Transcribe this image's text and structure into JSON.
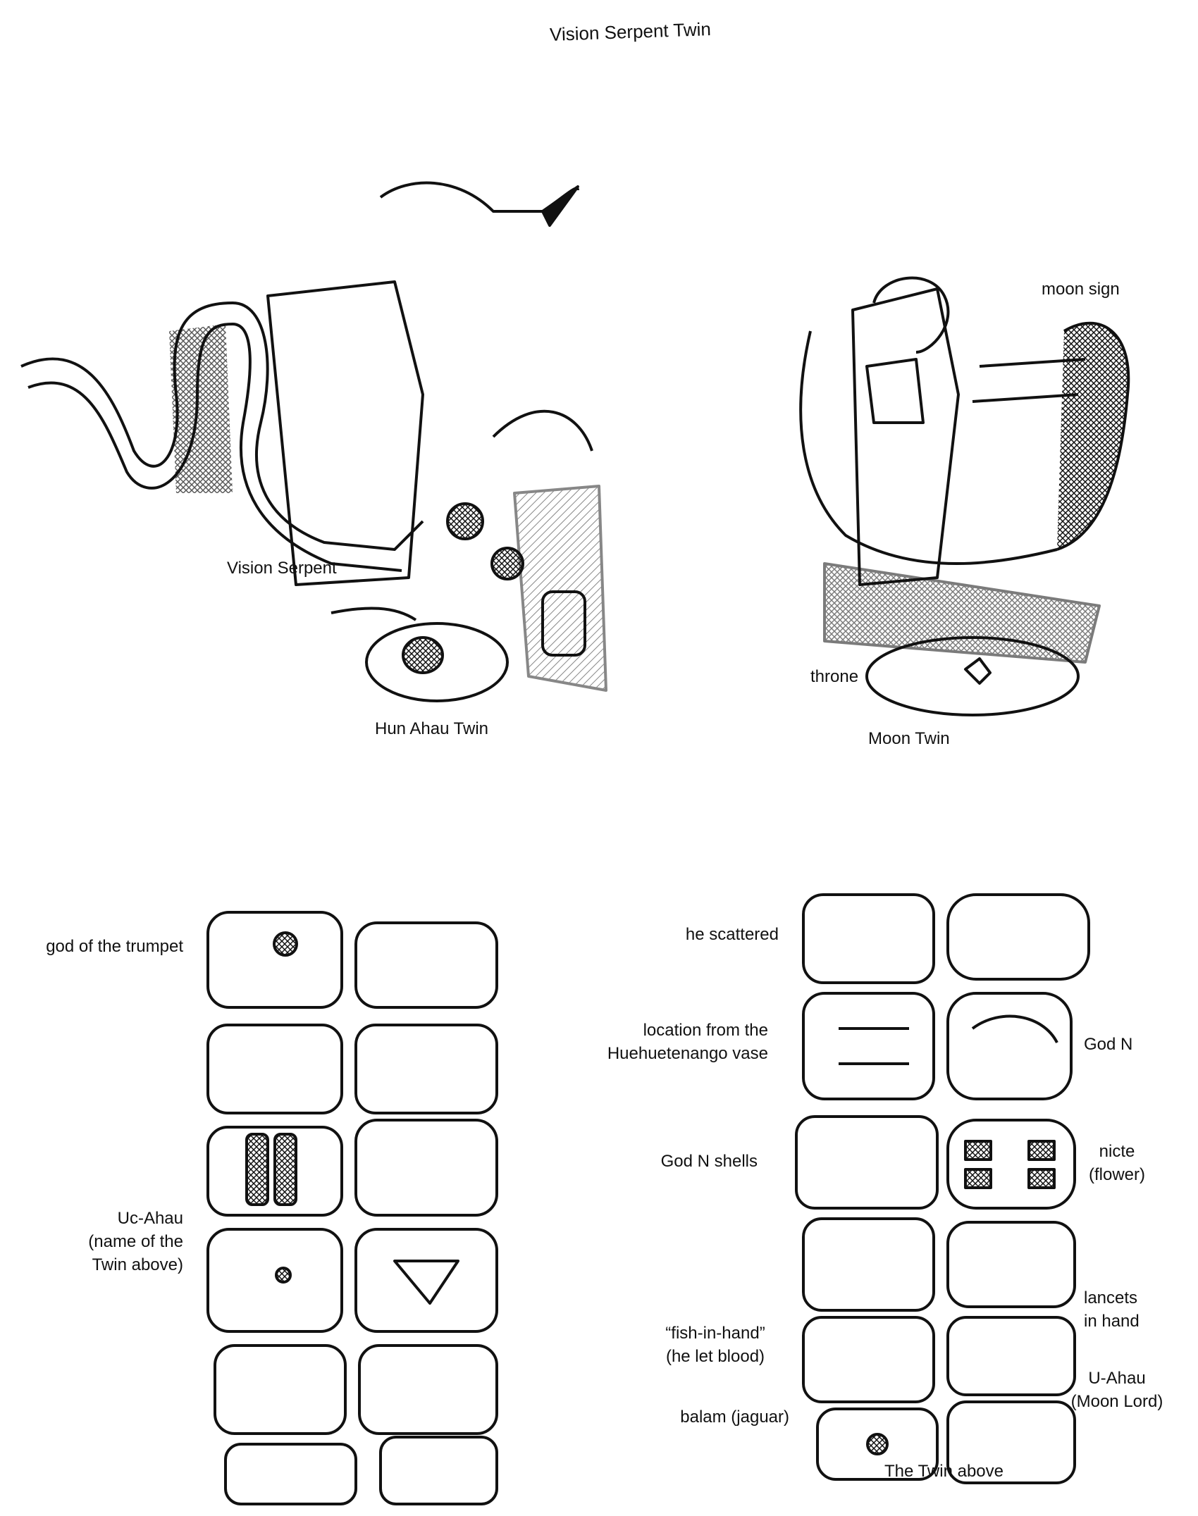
{
  "title": "Vision Serpent Twin",
  "top_labels": {
    "vision_serpent": "Vision Serpent",
    "hun_ahau_twin": "Hun Ahau Twin",
    "moon_sign": "moon sign",
    "throne": "throne",
    "moon_twin": "Moon Twin"
  },
  "glyph_block_left": {
    "labels": [
      "god of the trumpet",
      "Uc-Ahau\n(name of the\nTwin above)"
    ]
  },
  "glyph_block_right": {
    "labels": {
      "he_scattered": "he scattered",
      "location": "location from the\nHuehuetenango vase",
      "god_n": "God N",
      "god_n_shells": "God N shells",
      "nicte": "nicte\n(flower)",
      "lancets": "lancets\nin hand",
      "fish_in_hand": "“fish-in-hand”\n(he let blood)",
      "u_ahau": "U-Ahau\n(Moon Lord)",
      "balam": "balam (jaguar)",
      "twin_above": "The Twin above"
    }
  },
  "colors": {
    "ink": "#111111",
    "paper": "#ffffff"
  }
}
